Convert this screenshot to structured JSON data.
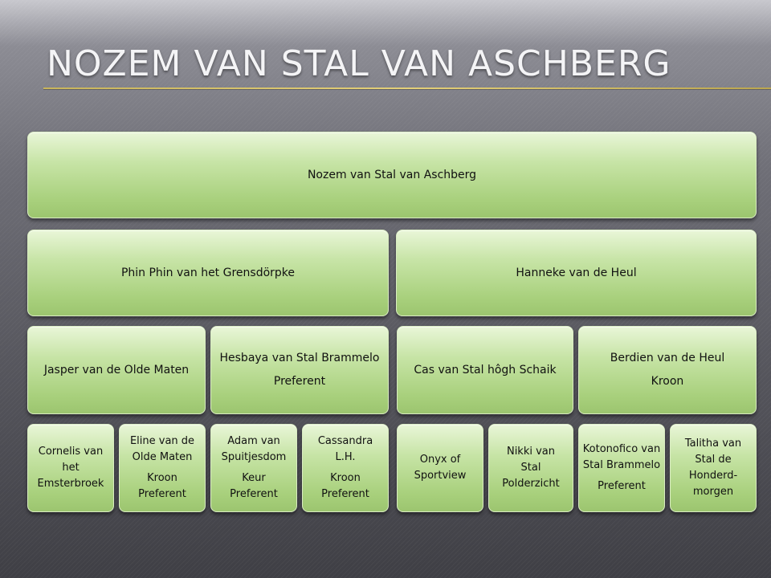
{
  "title": "Nozem van Stal van Aschberg",
  "tree": {
    "root": {
      "name": "Nozem van Stal van Aschberg"
    },
    "sire": {
      "name": "Phin Phin van het Grensdörpke"
    },
    "dam": {
      "name": "Hanneke van de Heul"
    },
    "grandparents": [
      {
        "name": "Jasper van de Olde Maten",
        "predicate": ""
      },
      {
        "name": "Hesbaya van Stal Brammelo",
        "predicate": "Preferent"
      },
      {
        "name": "Cas van Stal hôgh Schaik",
        "predicate": ""
      },
      {
        "name": "Berdien van de Heul",
        "predicate": "Kroon"
      }
    ],
    "great_grandparents": [
      {
        "name": "Cornelis van het Emsterbroek",
        "predicate": ""
      },
      {
        "name": "Eline van de Olde Maten",
        "predicate": "Kroon Preferent"
      },
      {
        "name": "Adam van Spuitjesdom",
        "predicate": "Keur Preferent"
      },
      {
        "name": "Cassandra L.H.",
        "predicate": "Kroon Preferent"
      },
      {
        "name": "Onyx of Sportview",
        "predicate": ""
      },
      {
        "name": "Nikki van Stal Polderzicht",
        "predicate": ""
      },
      {
        "name": "Kotonofico van Stal Brammelo",
        "predicate": "Preferent"
      },
      {
        "name": "Talitha van Stal de Honderd-morgen",
        "predicate": ""
      }
    ]
  }
}
